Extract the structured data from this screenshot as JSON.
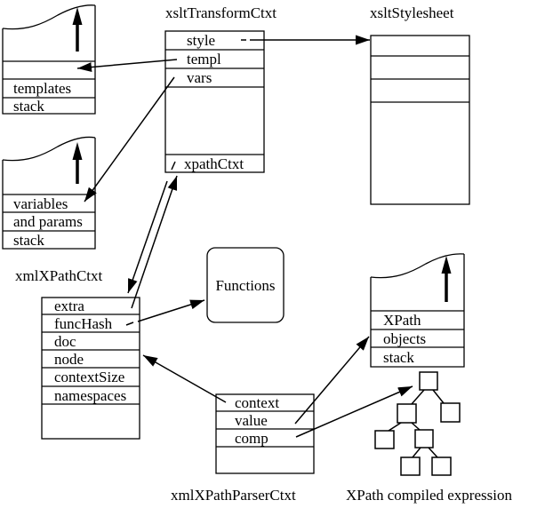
{
  "colors": {
    "background": "#ffffff",
    "line": "#000000"
  },
  "titles": {
    "transform": "xsltTransformCtxt",
    "stylesheet": "xsltStylesheet",
    "xpath_ctxt": "xmlXPathCtxt",
    "parser": "xmlXPathParserCtxt",
    "compiled_expression": "XPath compiled expression"
  },
  "transform_box": {
    "rows": [
      "style",
      "templ",
      "vars",
      "xpathCtxt"
    ]
  },
  "templates_stack": {
    "rows": [
      "templates",
      "stack"
    ]
  },
  "variables_stack": {
    "rows": [
      "variables",
      "and params",
      "stack"
    ]
  },
  "xpath_ctxt_box": {
    "rows": [
      "extra",
      "funcHash",
      "doc",
      "node",
      "contextSize",
      "namespaces"
    ]
  },
  "functions_box": {
    "label": "Functions"
  },
  "objects_stack": {
    "rows": [
      "XPath",
      "objects",
      "stack"
    ]
  },
  "parser_box": {
    "rows": [
      "context",
      "value",
      "comp"
    ]
  }
}
